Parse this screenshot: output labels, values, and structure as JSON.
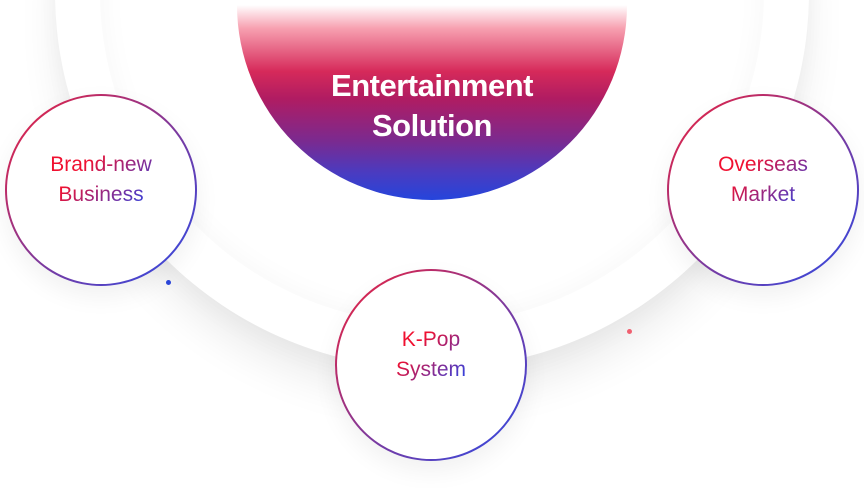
{
  "hub": {
    "line1": "Entertainment",
    "line2": "Solution"
  },
  "nodes": [
    {
      "line1": "Brand-new",
      "line2": "Business"
    },
    {
      "line1": "Overseas",
      "line2": "Market"
    },
    {
      "line1": "K-Pop",
      "line2": "System"
    }
  ],
  "colors": {
    "accent_red": "#f01030",
    "accent_blue": "#2a4be8",
    "dot_blue": "#2a45d8",
    "dot_pink": "#f06070"
  }
}
